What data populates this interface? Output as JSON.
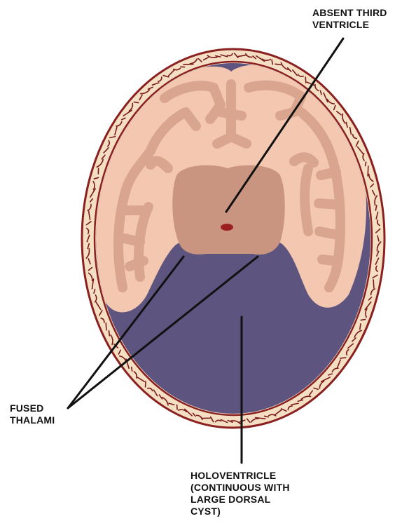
{
  "figure": {
    "colors": {
      "skull_fill": "#f5dfc3",
      "skull_outline": "#8a2020",
      "suture_marks": "#7a1a1a",
      "ventricle_fill": "#5d5480",
      "cortex_fill": "#f3c7b0",
      "gyri_fill": "#d9a58f",
      "thalamus_fill": "#c99580",
      "remnant_dot": "#9c1f1f",
      "leader_line": "#111111"
    },
    "labels": {
      "absent_third_ventricle": "ABSENT THIRD\nVENTRICLE",
      "fused_thalami": "FUSED\nTHALAMI",
      "holoventricle": "HOLOVENTRICLE\n(CONTINUOUS WITH\nLARGE DORSAL\nCYST)"
    }
  }
}
